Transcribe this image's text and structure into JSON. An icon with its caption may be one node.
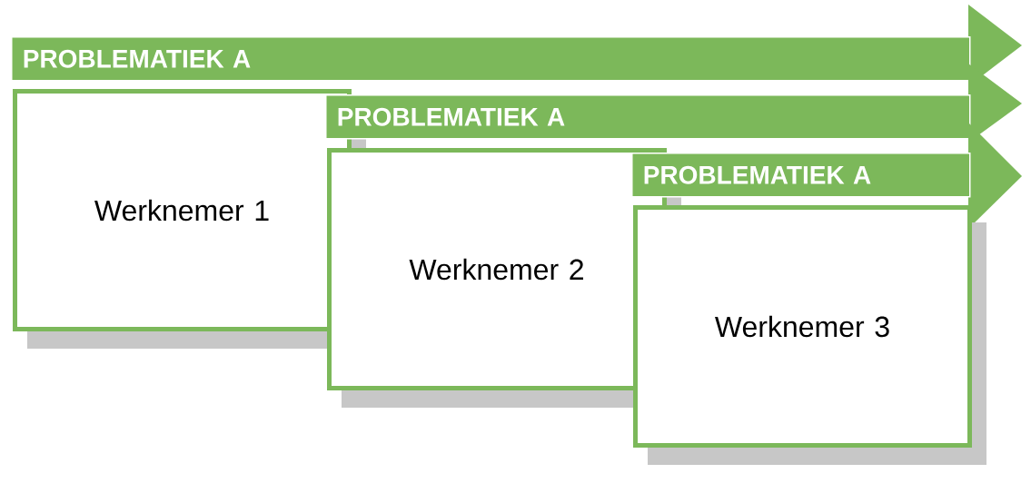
{
  "diagram": {
    "nodes": [
      {
        "text": [
          "PROBLEMATIEK A"
        ]
      },
      {
        "text": [
          "Werknemer 1"
        ]
      },
      {
        "text": [
          "PROBLEMATIEK A"
        ]
      },
      {
        "text": [
          "Werknemer 2"
        ]
      },
      {
        "text": [
          "PROBLEMATIEK A"
        ]
      },
      {
        "text": [
          "Werknemer 3"
        ]
      }
    ]
  }
}
